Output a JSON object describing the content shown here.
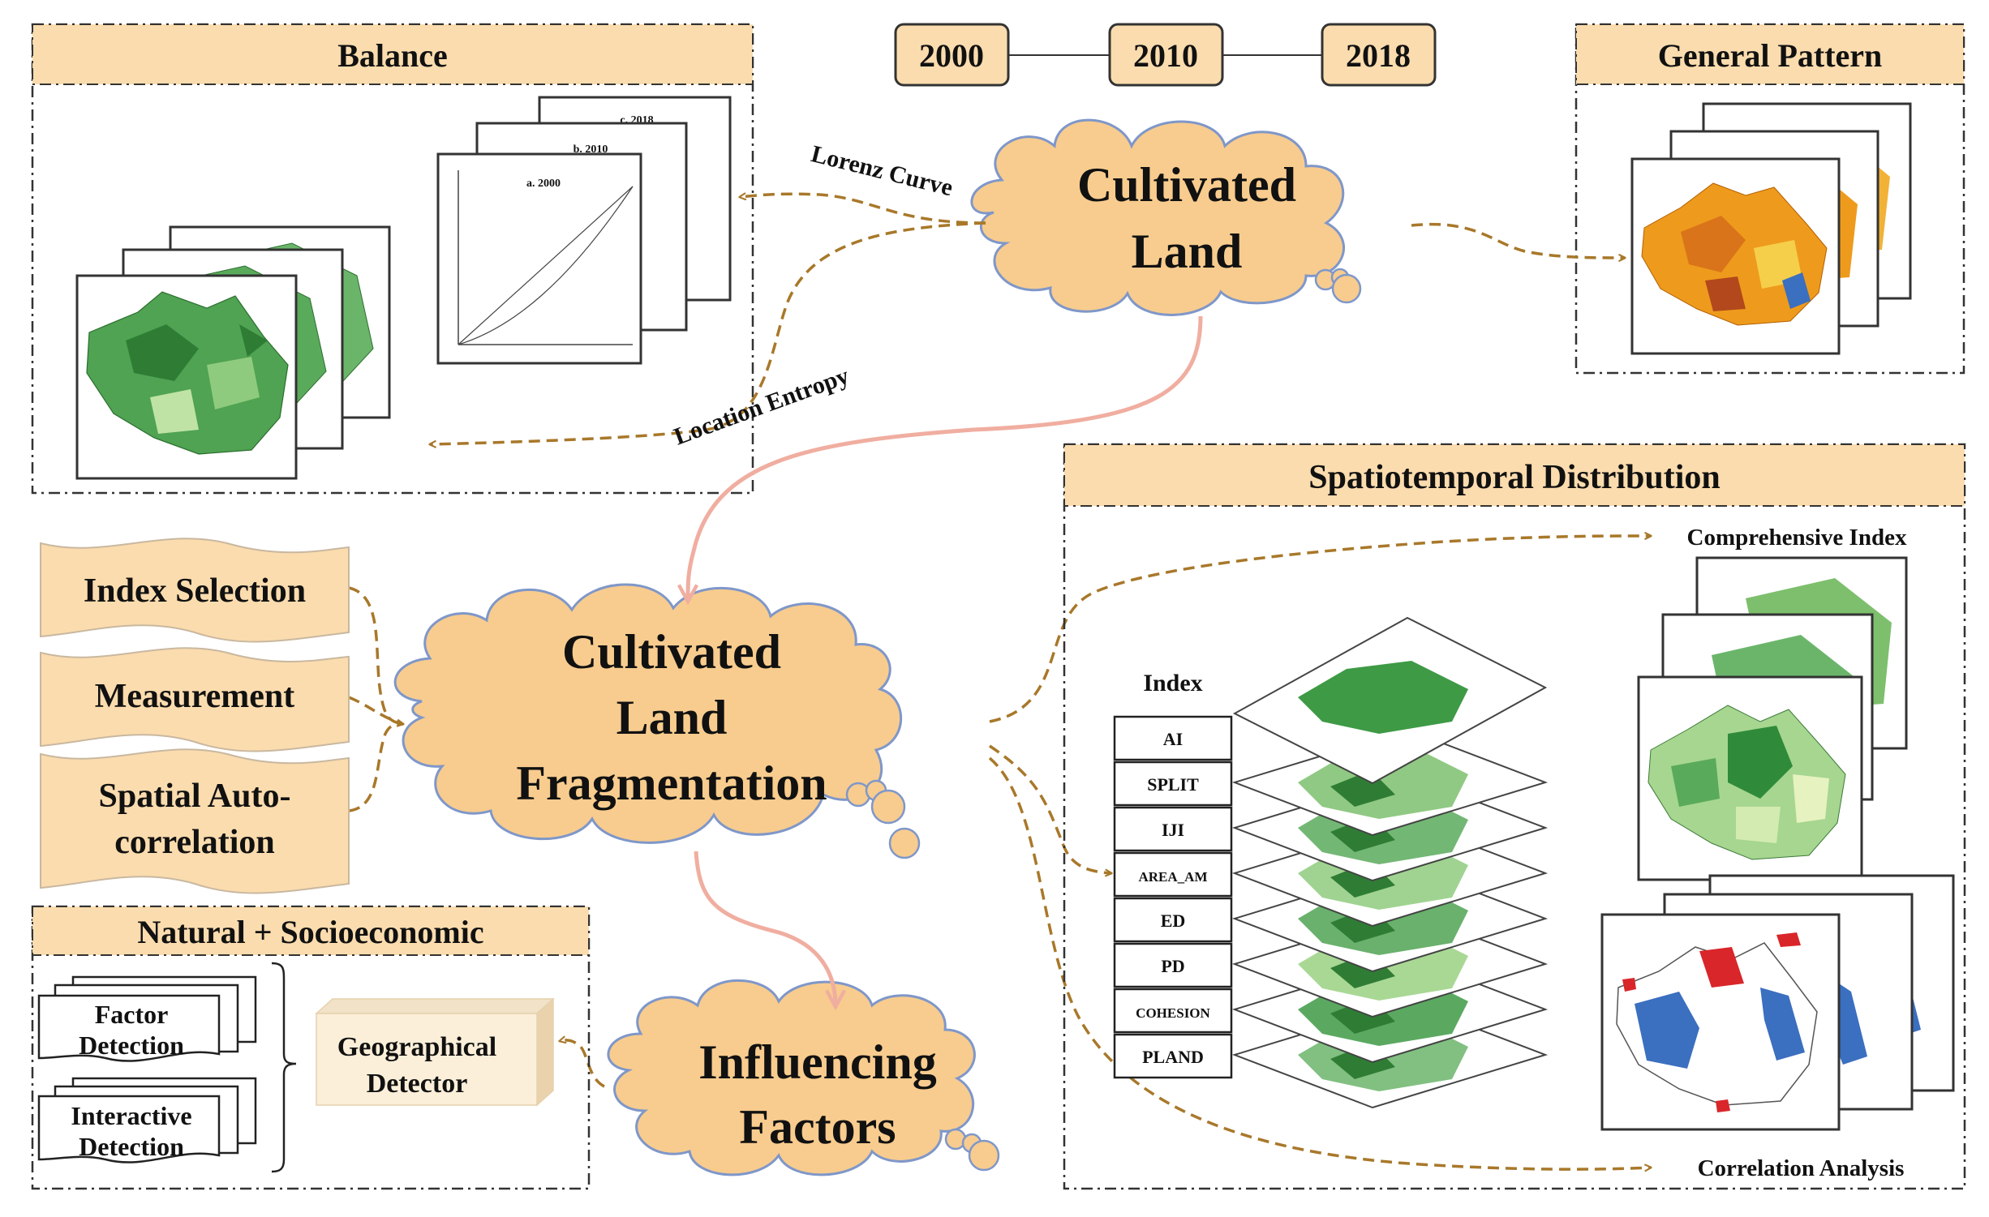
{
  "years": [
    "2000",
    "2010",
    "2018"
  ],
  "panels": {
    "balance": "Balance",
    "general_pattern": "General Pattern",
    "spatiotemporal": "Spatiotemporal  Distribution",
    "natural": "Natural + Socioeconomic"
  },
  "clouds": {
    "cultivated_land": [
      "Cultivated",
      "Land"
    ],
    "fragmentation": [
      "Cultivated",
      "Land",
      "Fragmentation"
    ],
    "influencing": [
      "Influencing",
      "Factors"
    ]
  },
  "arrow_labels": {
    "lorenz": "Lorenz Curve",
    "location_entropy": "Location Entropy",
    "comprehensive": "Comprehensive Index",
    "correlation": "Correlation Analysis"
  },
  "lorenz_plot_labels": [
    "c. 2018",
    "b. 2010",
    "a. 2000"
  ],
  "method_banners": [
    [
      "Index Selection"
    ],
    [
      "Measurement"
    ],
    [
      "Spatial Auto-",
      "correlation"
    ]
  ],
  "index_title": "Index",
  "indices": [
    "AI",
    "SPLIT",
    "IJI",
    "AREA_AM",
    "ED",
    "PD",
    "COHESION",
    "PLAND"
  ],
  "detectors": {
    "factor": [
      "Factor",
      "Detection"
    ],
    "interactive": [
      "Interactive",
      "Detection"
    ],
    "geographical": [
      "Geographical",
      "Detector"
    ]
  },
  "colors": {
    "panel_fill": "#fbdcae",
    "cloud_fill": "#f8cc8e",
    "cloud_stroke": "#7f97c9",
    "dashed_arrow": "#a8782a",
    "solid_arrow": "#f0aea0",
    "map_green": "#3e9a45",
    "map_orange": "#ee9b1d",
    "map_blue": "#3b6fbf",
    "map_red": "#d9262a"
  }
}
